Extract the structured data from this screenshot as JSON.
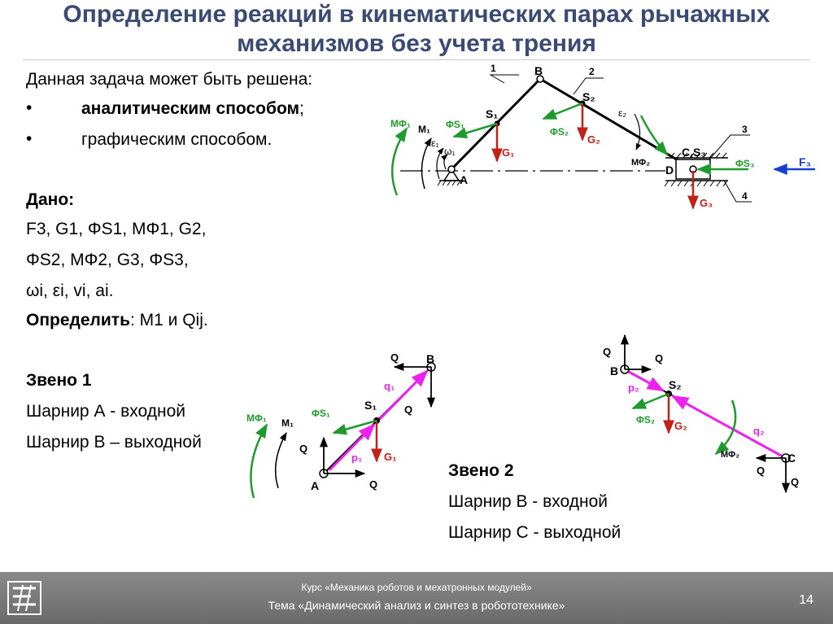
{
  "title": {
    "line1": "Определение реакций в кинематических парах рычажных",
    "line2": "механизмов без учета трения"
  },
  "intro": "Данная задача может быть решена:",
  "bullets": [
    {
      "marker": "•",
      "text": "аналитическим способом",
      "suffix": ";"
    },
    {
      "marker": "•",
      "text": "графическим способом."
    }
  ],
  "given": {
    "heading": "Дано:",
    "line1": "F3, G1, ΦS1, MΦ1, G2,",
    "line2": "ΦS2, MΦ2, G3, ΦS3,",
    "line3": "ωi, εi, vi, ai."
  },
  "determine": {
    "label": "Определить",
    "rest": ": M1 и Qij."
  },
  "link1": {
    "heading": "Звено 1",
    "input": "Шарнир А - входной",
    "output": "Шарнир В – выходной"
  },
  "link2": {
    "heading": "Звено 2",
    "input": "Шарнир B - входной",
    "output": "Шарнир C - выходной"
  },
  "mechanism_labels": {
    "A": "A",
    "B": "B",
    "S1": "S₁",
    "S2": "S₂",
    "CS3": "C,S₃",
    "D": "D",
    "n1": "1",
    "n2": "2",
    "n3": "3",
    "n4": "4",
    "Mf1": "MΦ₁",
    "M1": "M₁",
    "eps1": "ε₁",
    "om1": "ω₁",
    "eps2": "ε₂",
    "Fs1": "ΦS₁",
    "Fs2": "ΦS₂",
    "Fs3": "ΦS₃",
    "Mf2": "MΦ₂",
    "G1": "G₁",
    "G2": "G₂",
    "G3": "G₃",
    "F3": "F₃"
  },
  "link1_labels": {
    "B": "B",
    "A": "A",
    "S1": "S₁",
    "QBx": "Q",
    "QBy": "Q",
    "QAy": "Q",
    "QAx": "Q",
    "q1": "q₁",
    "p1": "p₁",
    "Fs1": "ΦS₁",
    "G1": "G₁",
    "Mf1": "MΦ₁",
    "M1": "M₁"
  },
  "link2_labels": {
    "B": "B",
    "C": "C",
    "S2": "S₂",
    "QBy": "Q",
    "QBx": "Q",
    "QCx": "Q",
    "QCy": "Q",
    "p2": "p₂",
    "q2": "q₂",
    "Fs2": "ΦS₂",
    "G2": "G₂",
    "Mf2": "MΦ₂"
  },
  "footer": {
    "course": "Курс «Механика роботов и мехатронных модулей»",
    "topic": "Тема «Динамический анализ и синтез в робототехнике»",
    "page": "14"
  },
  "colors": {
    "title": "#3a4a73",
    "force_green": "#1f9a2e",
    "gravity_red": "#c0221a",
    "reaction_magenta": "#ee22ee",
    "applied_blue": "#1840d0"
  }
}
